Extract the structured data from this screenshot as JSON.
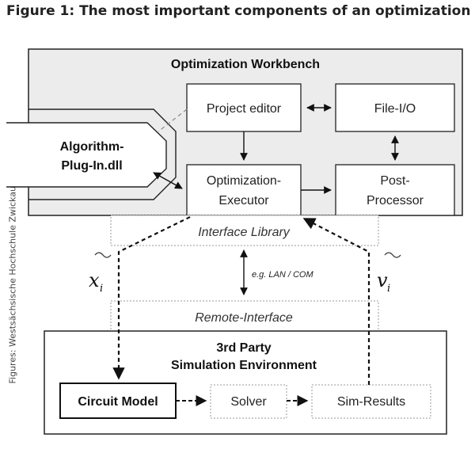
{
  "caption": "Figure 1: The most important components of an optimization",
  "credit": "Figures: Westsächsische Hochschule Zwickau",
  "workbench": {
    "title": "Optimization Workbench",
    "project_editor": "Project editor",
    "file_io": "File-I/O",
    "executor_line1": "Optimization-",
    "executor_line2": "Executor",
    "post_line1": "Post-",
    "post_line2": "Processor"
  },
  "plugin": {
    "line1": "Algorithm-",
    "line2": "Plug-In.dll"
  },
  "interface_library": "Interface Library",
  "link_label": "e.g. LAN / COM",
  "variables": {
    "x": "x",
    "x_sub": "i",
    "v": "v",
    "v_sub": "i"
  },
  "remote_interface": "Remote-Interface",
  "third_party": {
    "line1": "3rd Party",
    "line2": "Simulation Environment",
    "circuit_model": "Circuit Model",
    "solver": "Solver",
    "sim_results": "Sim-Results"
  },
  "colors": {
    "workbench_fill": "#ececec",
    "box_fill": "#ffffff",
    "stroke": "#222222"
  }
}
